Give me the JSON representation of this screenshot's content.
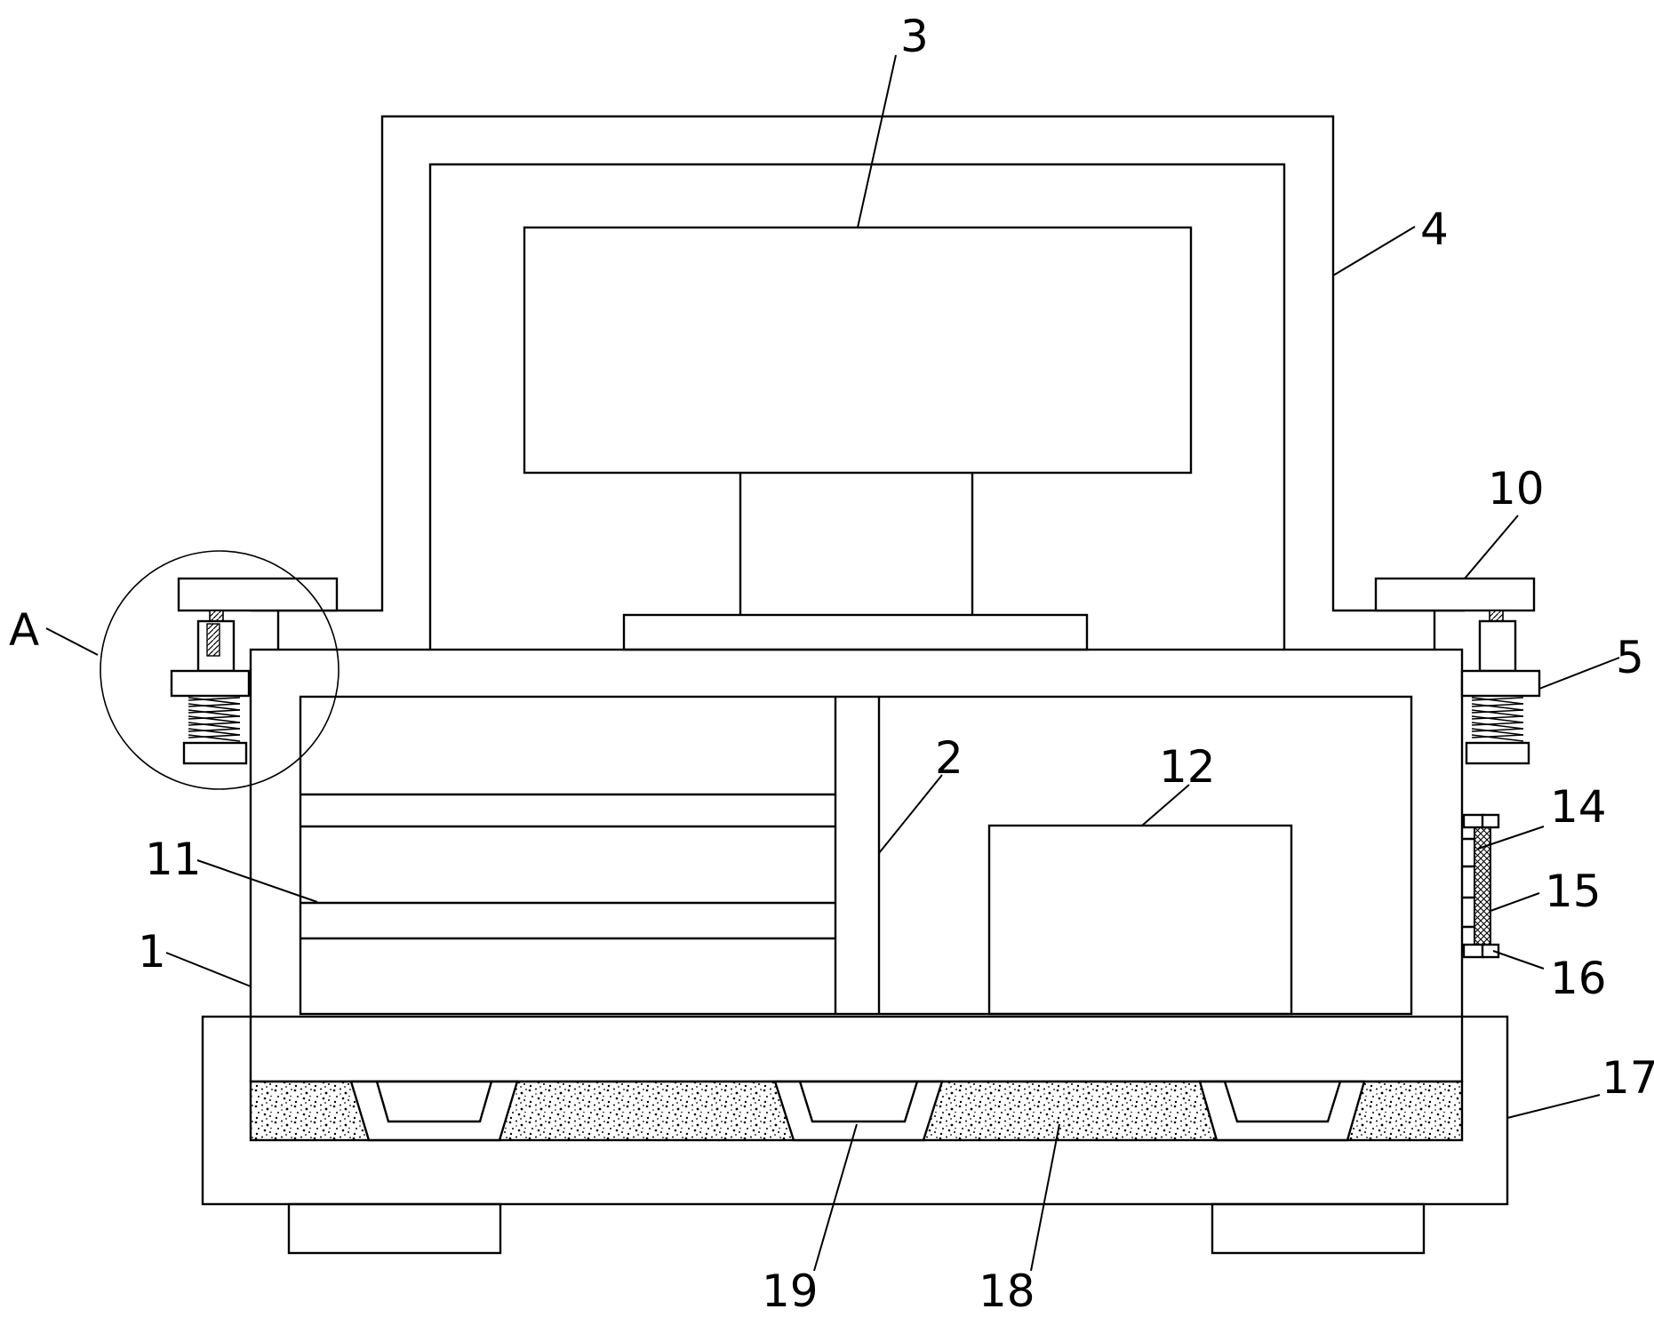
{
  "labels": {
    "l1": "1",
    "l2": "2",
    "l3": "3",
    "l4": "4",
    "l5": "5",
    "l10": "10",
    "l11": "11",
    "l12": "12",
    "l14": "14",
    "l15": "15",
    "l16": "16",
    "l17": "17",
    "l18": "18",
    "l19": "19",
    "lA": "A"
  }
}
